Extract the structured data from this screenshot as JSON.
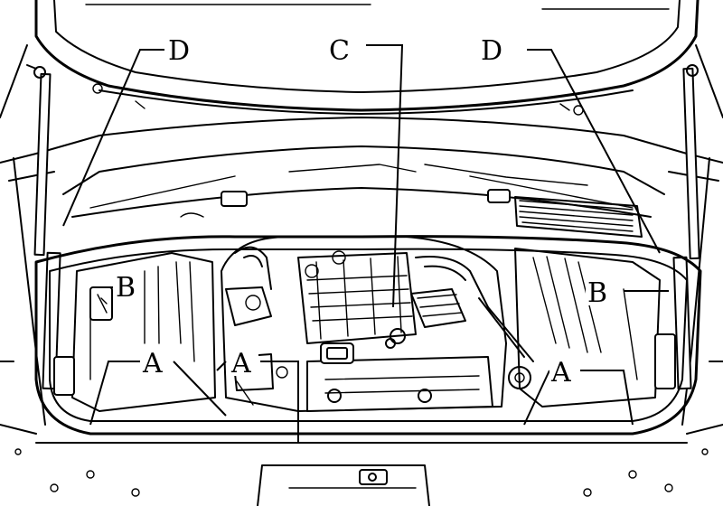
{
  "callouts": {
    "D_left": "D",
    "C": "C",
    "D_right": "D",
    "B_left": "B",
    "B_right": "B",
    "A_left": "A",
    "A_center": "A",
    "A_right": "A"
  },
  "colors": {
    "ink": "#000000",
    "paper": "#ffffff"
  }
}
